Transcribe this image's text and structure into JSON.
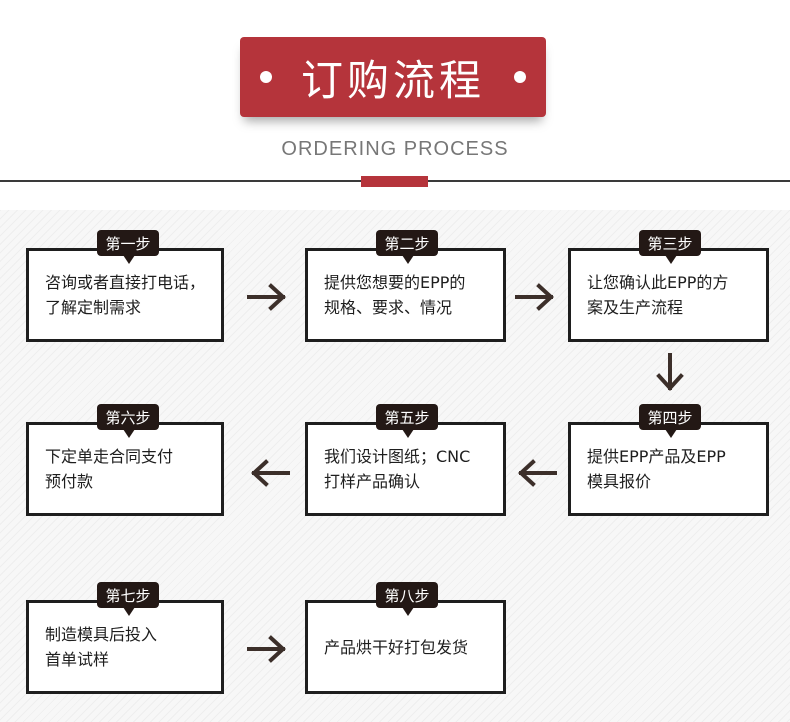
{
  "header": {
    "title": "订购流程",
    "subtitle": "ORDERING PROCESS"
  },
  "colors": {
    "accent": "#b5343b",
    "dark": "#231815",
    "border": "#1e1e1e",
    "arrow": "#3c2f2a"
  },
  "steps": [
    {
      "tag": "第一步",
      "text": "咨询或者直接打电话，\n了解定制需求"
    },
    {
      "tag": "第二步",
      "text": "提供您想要的EPP的\n规格、要求、情况"
    },
    {
      "tag": "第三步",
      "text": "让您确认此EPP的方\n案及生产流程"
    },
    {
      "tag": "第四步",
      "text": "提供EPP产品及EPP\n模具报价"
    },
    {
      "tag": "第五步",
      "text": "我们设计图纸；CNC\n打样产品确认"
    },
    {
      "tag": "第六步",
      "text": "下定单走合同支付\n预付款"
    },
    {
      "tag": "第七步",
      "text": "制造模具后投入\n首单试样"
    },
    {
      "tag": "第八步",
      "text": "产品烘干好打包发货"
    }
  ],
  "arrows": [
    {
      "direction": "right"
    },
    {
      "direction": "right"
    },
    {
      "direction": "down"
    },
    {
      "direction": "left"
    },
    {
      "direction": "left"
    },
    {
      "direction": "right"
    }
  ]
}
